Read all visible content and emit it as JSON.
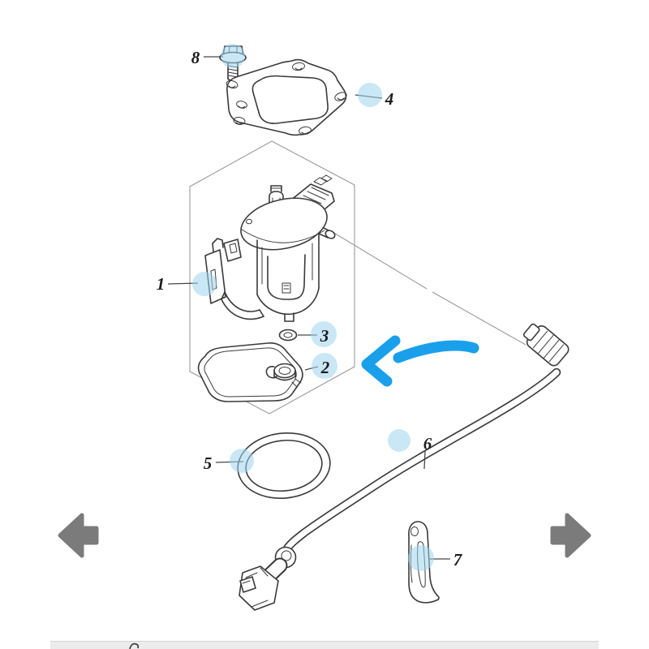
{
  "viewer": {
    "background": "#ffffff",
    "nav_arrow_color": "#7b7b7b",
    "bottom_bar_color": "#ececec",
    "prev_label": "previous image",
    "next_label": "next image"
  },
  "diagram": {
    "type": "exploded-parts-diagram",
    "line_color": "#3a3a3a",
    "assembly_box_color": "#9a9a9a",
    "highlight_circle_color": "#bfe1f4",
    "annotation_arrow": {
      "style": "hand-drawn",
      "direction": "left",
      "color": "#1aa0ea"
    },
    "callouts": [
      {
        "label": "1"
      },
      {
        "label": "2"
      },
      {
        "label": "3"
      },
      {
        "label": "4"
      },
      {
        "label": "5"
      },
      {
        "label": "6"
      },
      {
        "label": "7"
      },
      {
        "label": "8"
      }
    ]
  }
}
